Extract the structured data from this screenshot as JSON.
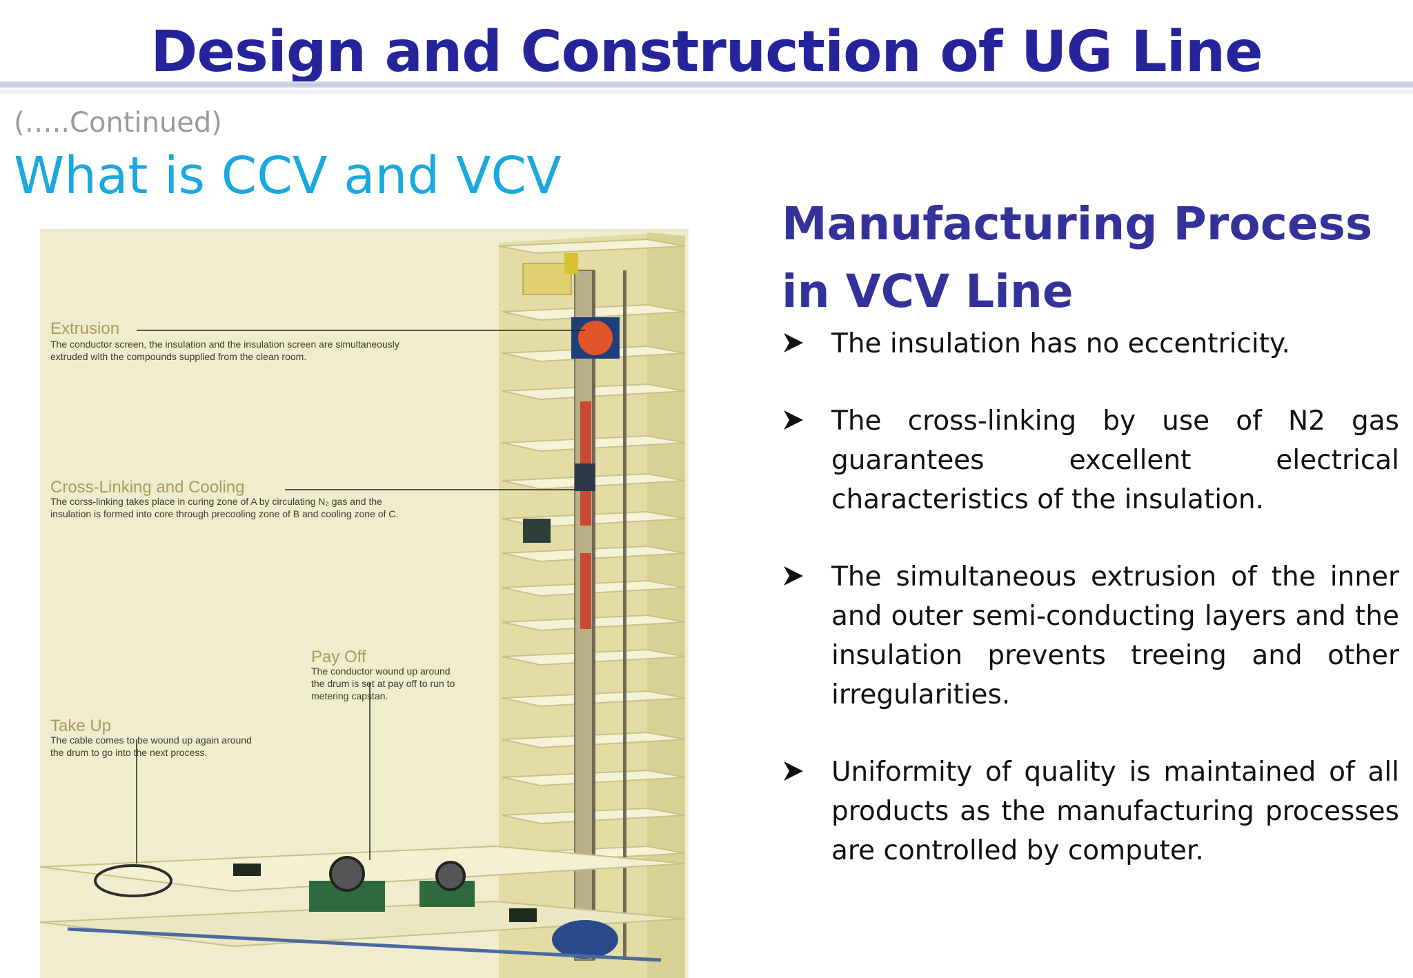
{
  "header": {
    "title": "Design and Construction of UG Line"
  },
  "left": {
    "continued": "(…..Continued)",
    "subtitle": "What is CCV and VCV",
    "diagram": {
      "labels": [
        {
          "heading": "Extrusion",
          "lines": [
            "The conductor screen, the insulation and the insulation screen are simultaneously",
            "extruded with the compounds supplied from the clean room."
          ]
        },
        {
          "heading": "Cross-Linking and Cooling",
          "lines": [
            "The corss-linking takes place in curing zone of A by circulating N₂ gas and the",
            "insulation is formed into core through precooling zone of B and cooling zone of C."
          ]
        },
        {
          "heading": "Pay Off",
          "lines": [
            "The conductor wound up around",
            "the drum is set at pay off to run to",
            "metering capstan."
          ]
        },
        {
          "heading": "Take Up",
          "lines": [
            "The cable comes to be wound up again around",
            "the drum to go into the next process."
          ]
        }
      ]
    }
  },
  "right": {
    "title": "Manufacturing Process in VCV Line",
    "bullets": [
      "The insulation has no eccentricity.",
      "The cross-linking by use of N2 gas guarantees excellent electrical characteristics of the insulation.",
      "The simultaneous extrusion of the inner and outer semi-conducting layers and the insulation prevents treeing and other irregularities.",
      "Uniformity of quality is maintained of all products as the manufacturing processes are controlled by computer."
    ]
  },
  "colors": {
    "title": "#26249a",
    "subtitle": "#19a8e0",
    "right_title": "#33329a",
    "diagram_bg": "#eeeac8"
  }
}
